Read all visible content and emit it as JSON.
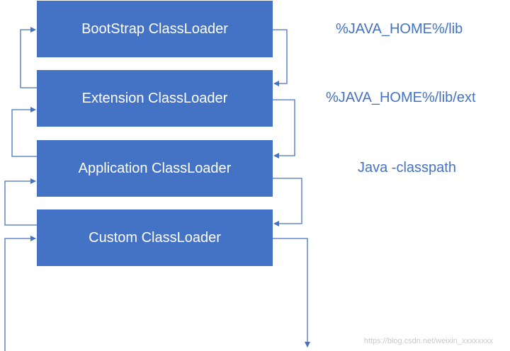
{
  "loaders": [
    {
      "name": "BootStrap ClassLoader",
      "path": "%JAVA_HOME%/lib"
    },
    {
      "name": "Extension ClassLoader",
      "path": "%JAVA_HOME%/lib/ext"
    },
    {
      "name": "Application ClassLoader",
      "path": "Java -classpath"
    },
    {
      "name": "Custom ClassLoader",
      "path": ""
    }
  ],
  "watermark": "https://blog.csdn.net/weixin_xxxxxxxx",
  "colors": {
    "box_fill": "#4472c4",
    "box_text": "#ffffff",
    "path_text": "#4472c4",
    "arrow": "#4472c4"
  }
}
